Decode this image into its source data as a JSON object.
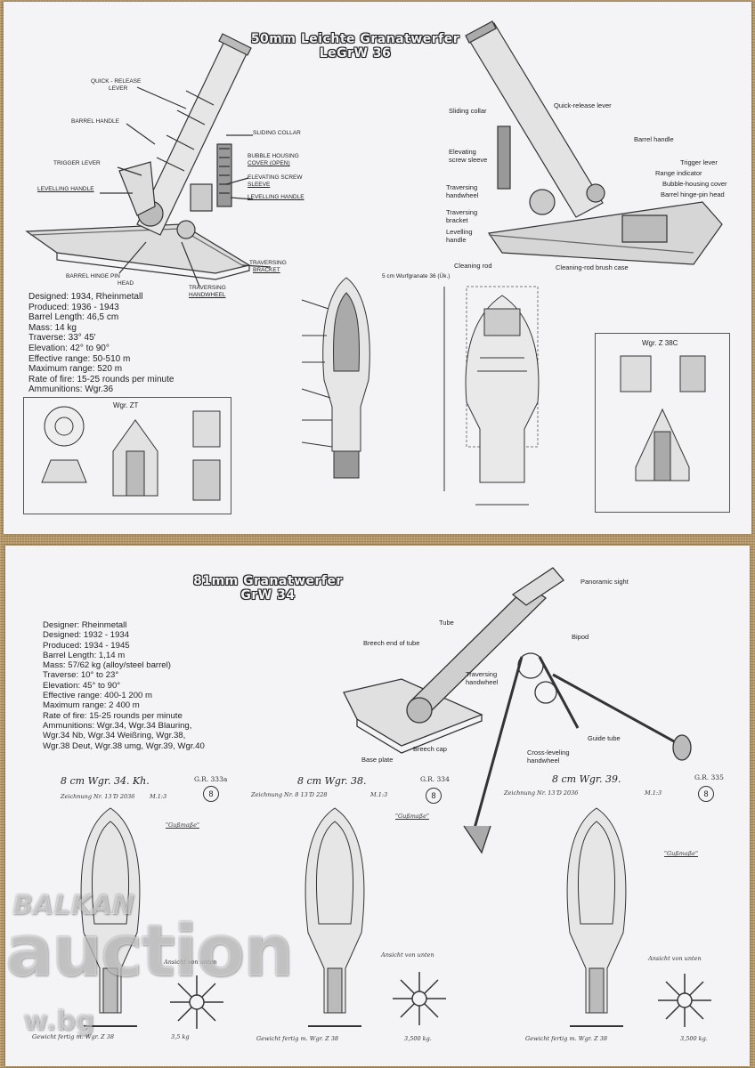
{
  "sheet1": {
    "title_line1": "50mm Leichte Granatwerfer",
    "title_line2": "LeGrW 36",
    "specs": [
      "Designed: 1934, Rheinmetall",
      "Produced: 1936 - 1943",
      "Barrel Length: 46,5 cm",
      "Mass: 14 kg",
      "Traverse: 33° 45'",
      "Elevation: 42° to 90°",
      "Effective range: 50-510 m",
      "Maximum range: 520 m",
      "Rate of fire: 15-25 rounds per minute",
      "Ammunitions: Wgr.36"
    ],
    "left_labels": {
      "quick_release": "QUICK - RELEASE",
      "lever": "LEVER",
      "barrel_handle": "BARREL HANDLE",
      "trigger_lever": "TRIGGER LEVER",
      "levelling_handle": "LEVELLING HANDLE",
      "sliding_collar": "SLIDING COLLAR",
      "bubble_housing": "BUBBLE HOUSING",
      "cover_open": "COVER (OPEN)",
      "elevating_screw": "ELEVATING SCREW",
      "sleeve": "SLEEVE",
      "levelling_handle2": "LEVELLING HANDLE",
      "barrel_hinge_pin": "BARREL HINGE PIN",
      "head": "HEAD",
      "traversing": "TRAVERSING",
      "bracket": "BRACKET",
      "traversing2": "TRAVERSING",
      "handwheel": "HANDWHEEL"
    },
    "right_labels": {
      "sliding_collar": "Sliding collar",
      "quick_release_lever": "Quick-release lever",
      "barrel_handle": "Barrel handle",
      "elevating_screw_sleeve": "Elevating screw sleeve",
      "trigger_lever": "Trigger lever",
      "range_indicator": "Range indicator",
      "bubble_housing_cover": "Bubble-housing cover",
      "traversing_handwheel": "Traversing handwheel",
      "barrel_hinge_pin_head": "Barrel hinge-pin head",
      "traversing_bracket": "Traversing bracket",
      "levelling_handle": "Levelling handle",
      "cleaning_rod": "Cleaning rod",
      "cleaning_rod_brush_case": "Cleaning-rod brush case"
    },
    "fuze_left_title": "Wgr. ZT",
    "fuze_right_title": "Wgr. Z 38C",
    "shell_title": "5 cm Wurfgranate 36 (Ük.)"
  },
  "sheet2": {
    "title_line1": "81mm Granatwerfer",
    "title_line2": "GrW 34",
    "specs": [
      "Designer: Rheinmetall",
      "Designed: 1932 - 1934",
      "Produced: 1934 - 1945",
      "Barrel Length: 1,14 m",
      "Mass: 57/62 kg (alloy/steel barrel)",
      "Traverse: 10° to 23°",
      "Elevation: 45° to 90°",
      "Effective range: 400-1 200 m",
      "Maximum range: 2 400 m",
      "Rate of fire: 15-25 rounds per minute",
      "Ammunitions: Wgr.34, Wgr.34 Blauring,",
      "Wgr.34 Nb, Wgr.34 Weißring, Wgr.38,",
      "Wgr.38 Deut, Wgr.38 umg, Wgr.39, Wgr.40"
    ],
    "labels": {
      "panoramic_sight": "Panoramic sight",
      "tube": "Tube",
      "bipod": "Bipod",
      "breech_end": "Breech end of tube",
      "traversing_handwheel": "Traversing handwheel",
      "guide_tube": "Guide tube",
      "cross_levelling_handwheel": "Cross-leveling handwheel",
      "breech_cap": "Breech cap",
      "base_plate": "Base plate"
    },
    "shells": [
      {
        "heading": "8 cm Wgr. 34. Kh.",
        "gr": "G.R. 333a",
        "number": "8",
        "drawing": "Zeichnung Nr. 13 Ɗ 2036",
        "scale": "M.1:3",
        "mass_tag": "\"Gußmaße\"",
        "view": "Ansicht von unten",
        "weight_label": "Gewicht fertig m. Wgr. Z 38",
        "weight": "3,5 kg"
      },
      {
        "heading": "8 cm Wgr. 38.",
        "gr": "G.R. 334",
        "number": "8",
        "drawing": "Zeichnung Nr. 8 13 Ɗ 228",
        "scale": "M.1:3",
        "mass_tag": "\"Gußmaße\"",
        "view": "Ansicht von unten",
        "weight_label": "Gewicht fertig m. Wgr. Z 38",
        "weight": "3,500 kg."
      },
      {
        "heading": "8 cm Wgr. 39.",
        "gr": "G.R. 335",
        "number": "8",
        "drawing": "Zeichnung Nr. 13 Ɗ 2036",
        "scale": "M.1:3",
        "mass_tag": "\"Gußmaße\"",
        "view": "Ansicht von unten",
        "weight_label": "Gewicht fertig m. Wgr. Z 38",
        "weight": "3,500 kg."
      }
    ]
  },
  "watermark": {
    "line1": "BALKAN",
    "line2": "auction",
    "line3": "w.bg"
  }
}
